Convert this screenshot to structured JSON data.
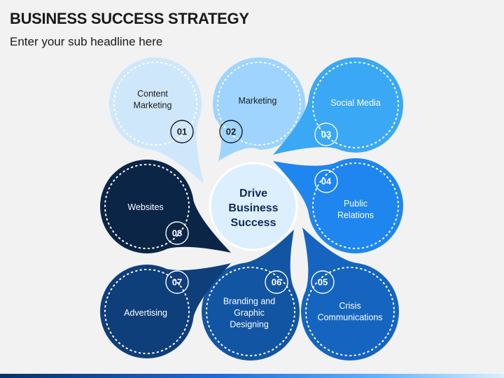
{
  "header": {
    "title": "BUSINESS SUCCESS STRATEGY",
    "subtitle": "Enter your sub headline here"
  },
  "center": {
    "lines": [
      "Drive",
      "Business",
      "Success"
    ],
    "fill": "#dcefff"
  },
  "petals": [
    {
      "number": "01",
      "lines": [
        "Content",
        "Marketing"
      ],
      "fill": "#cfe7fb",
      "text_color": "#1a1a1a",
      "dots": "#ffffff"
    },
    {
      "number": "02",
      "lines": [
        "Marketing"
      ],
      "fill": "#9fd4ff",
      "text_color": "#1a1a1a",
      "dots": "#ffffff"
    },
    {
      "number": "03",
      "lines": [
        "Social Media"
      ],
      "fill": "#3aa8f5",
      "text_color": "#ffffff",
      "dots": "#ffffff"
    },
    {
      "number": "04",
      "lines": [
        "Public",
        "Relations"
      ],
      "fill": "#1e86ee",
      "text_color": "#ffffff",
      "dots": "#ffffff"
    },
    {
      "number": "05",
      "lines": [
        "Crisis",
        "Communications"
      ],
      "fill": "#1565c0",
      "text_color": "#ffffff",
      "dots": "#ffffff"
    },
    {
      "number": "06",
      "lines": [
        "Branding and",
        "Graphic",
        "Designing"
      ],
      "fill": "#1255a3",
      "text_color": "#ffffff",
      "dots": "#ffffff"
    },
    {
      "number": "07",
      "lines": [
        "Advertising"
      ],
      "fill": "#0f3f7a",
      "text_color": "#ffffff",
      "dots": "#ffffff"
    },
    {
      "number": "08",
      "lines": [
        "Websites"
      ],
      "fill": "#0b2547",
      "text_color": "#ffffff",
      "dots": "#ffffff"
    }
  ]
}
